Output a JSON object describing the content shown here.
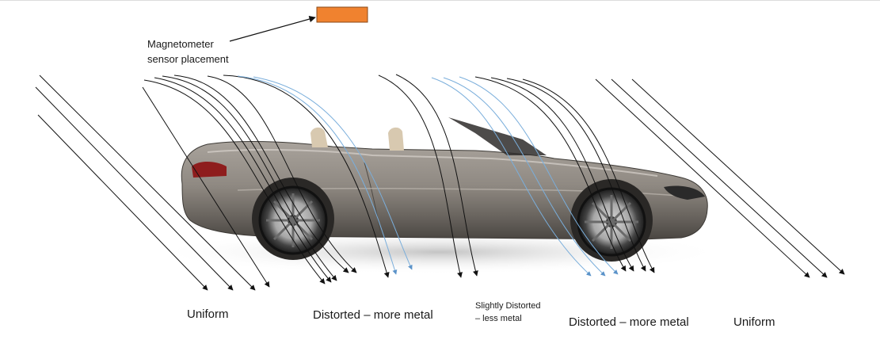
{
  "sensor": {
    "label_line1": "Magnetometer",
    "label_line2": "sensor placement",
    "color": "#F0822F"
  },
  "zones": [
    {
      "text": "Uniform"
    },
    {
      "text": "Distorted – more metal"
    },
    {
      "line1": "Slightly Distorted",
      "line2": "– less metal"
    },
    {
      "text": "Distorted – more metal"
    },
    {
      "text": "Uniform"
    }
  ],
  "colors": {
    "field_line": "#111111",
    "field_line_blue": "#7aaedb",
    "car_body": "#8c8680",
    "car_shadow": "#cfcfcf"
  }
}
